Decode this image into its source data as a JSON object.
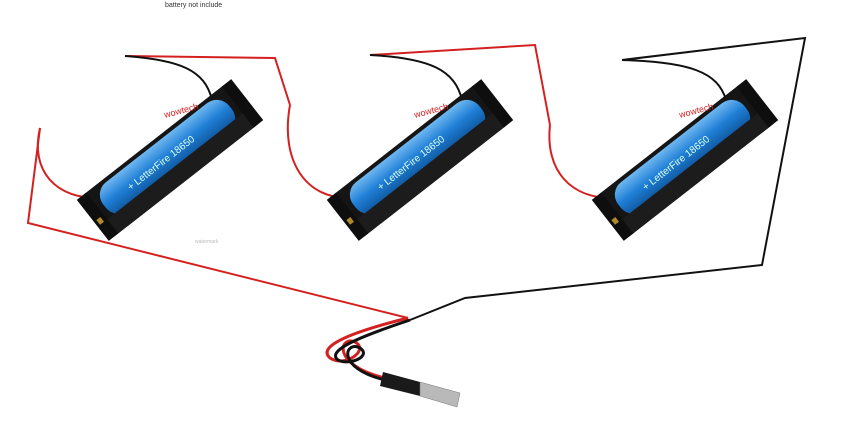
{
  "caption": "battery not include",
  "battery_label": "+ LetterFire 18650",
  "watermark_text": "wowtech",
  "footer_watermark": "watermark",
  "colors": {
    "red_wire": "#d42020",
    "black_wire": "#111111",
    "battery_blue": "#1f7fd6",
    "holder": "#151515"
  }
}
